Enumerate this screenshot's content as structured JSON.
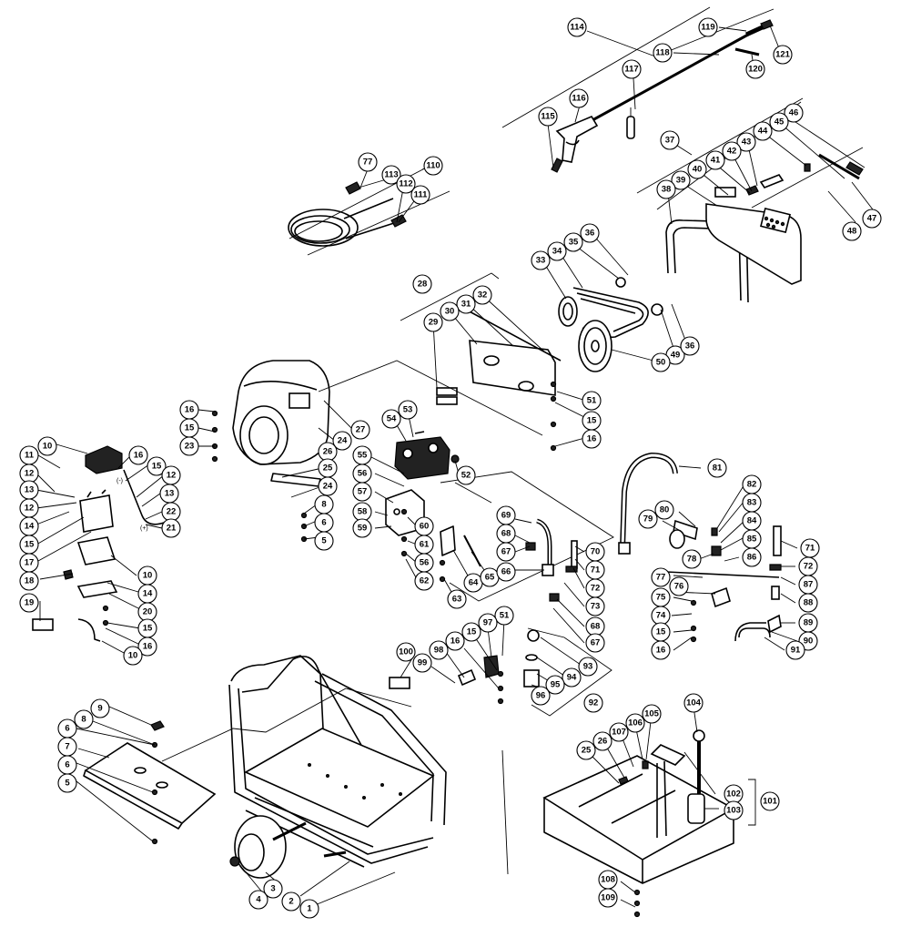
{
  "diagram": {
    "callouts": [
      {
        "label": "114"
      },
      {
        "label": "119"
      },
      {
        "label": "118"
      },
      {
        "label": "121"
      },
      {
        "label": "120"
      },
      {
        "label": "117"
      },
      {
        "label": "116"
      },
      {
        "label": "115"
      },
      {
        "label": "46"
      },
      {
        "label": "45"
      },
      {
        "label": "44"
      },
      {
        "label": "43"
      },
      {
        "label": "42"
      },
      {
        "label": "41"
      },
      {
        "label": "40"
      },
      {
        "label": "37"
      },
      {
        "label": "39"
      },
      {
        "label": "38"
      },
      {
        "label": "48"
      },
      {
        "label": "47"
      },
      {
        "label": "77"
      },
      {
        "label": "113"
      },
      {
        "label": "110"
      },
      {
        "label": "112"
      },
      {
        "label": "111"
      },
      {
        "label": "36"
      },
      {
        "label": "35"
      },
      {
        "label": "33"
      },
      {
        "label": "34"
      },
      {
        "label": "28"
      },
      {
        "label": "31"
      },
      {
        "label": "32"
      },
      {
        "label": "30"
      },
      {
        "label": "29"
      },
      {
        "label": "49"
      },
      {
        "label": "36"
      },
      {
        "label": "50"
      },
      {
        "label": "51"
      },
      {
        "label": "15"
      },
      {
        "label": "16"
      },
      {
        "label": "16"
      },
      {
        "label": "15"
      },
      {
        "label": "23"
      },
      {
        "label": "27"
      },
      {
        "label": "24"
      },
      {
        "label": "53"
      },
      {
        "label": "54"
      },
      {
        "label": "52"
      },
      {
        "label": "26"
      },
      {
        "label": "25"
      },
      {
        "label": "24"
      },
      {
        "label": "8"
      },
      {
        "label": "6"
      },
      {
        "label": "5"
      },
      {
        "label": "10"
      },
      {
        "label": "11"
      },
      {
        "label": "16"
      },
      {
        "label": "15"
      },
      {
        "label": "12"
      },
      {
        "label": "12"
      },
      {
        "label": "13"
      },
      {
        "label": "13"
      },
      {
        "label": "12"
      },
      {
        "label": "22"
      },
      {
        "label": "14"
      },
      {
        "label": "21"
      },
      {
        "label": "15"
      },
      {
        "label": "17"
      },
      {
        "label": "10"
      },
      {
        "label": "18"
      },
      {
        "label": "14"
      },
      {
        "label": "20"
      },
      {
        "label": "19"
      },
      {
        "label": "15"
      },
      {
        "label": "16"
      },
      {
        "label": "10"
      },
      {
        "label": "55"
      },
      {
        "label": "56"
      },
      {
        "label": "57"
      },
      {
        "label": "58"
      },
      {
        "label": "59"
      },
      {
        "label": "60"
      },
      {
        "label": "61"
      },
      {
        "label": "56"
      },
      {
        "label": "62"
      },
      {
        "label": "63"
      },
      {
        "label": "64"
      },
      {
        "label": "65"
      },
      {
        "label": "69"
      },
      {
        "label": "68"
      },
      {
        "label": "67"
      },
      {
        "label": "66"
      },
      {
        "label": "70"
      },
      {
        "label": "71"
      },
      {
        "label": "72"
      },
      {
        "label": "73"
      },
      {
        "label": "68"
      },
      {
        "label": "67"
      },
      {
        "label": "81"
      },
      {
        "label": "82"
      },
      {
        "label": "83"
      },
      {
        "label": "80"
      },
      {
        "label": "79"
      },
      {
        "label": "84"
      },
      {
        "label": "85"
      },
      {
        "label": "78"
      },
      {
        "label": "86"
      },
      {
        "label": "71"
      },
      {
        "label": "77"
      },
      {
        "label": "76"
      },
      {
        "label": "72"
      },
      {
        "label": "87"
      },
      {
        "label": "75"
      },
      {
        "label": "88"
      },
      {
        "label": "74"
      },
      {
        "label": "89"
      },
      {
        "label": "15"
      },
      {
        "label": "90"
      },
      {
        "label": "16"
      },
      {
        "label": "91"
      },
      {
        "label": "51"
      },
      {
        "label": "97"
      },
      {
        "label": "15"
      },
      {
        "label": "16"
      },
      {
        "label": "98"
      },
      {
        "label": "100"
      },
      {
        "label": "99"
      },
      {
        "label": "93"
      },
      {
        "label": "94"
      },
      {
        "label": "95"
      },
      {
        "label": "96"
      },
      {
        "label": "92"
      },
      {
        "label": "9"
      },
      {
        "label": "8"
      },
      {
        "label": "6"
      },
      {
        "label": "7"
      },
      {
        "label": "6"
      },
      {
        "label": "5"
      },
      {
        "label": "104"
      },
      {
        "label": "105"
      },
      {
        "label": "106"
      },
      {
        "label": "107"
      },
      {
        "label": "26"
      },
      {
        "label": "25"
      },
      {
        "label": "102"
      },
      {
        "label": "101"
      },
      {
        "label": "103"
      },
      {
        "label": "108"
      },
      {
        "label": "109"
      },
      {
        "label": "4"
      },
      {
        "label": "3"
      },
      {
        "label": "2"
      },
      {
        "label": "1"
      }
    ],
    "polarity_marks": [
      {
        "label": "(-)"
      },
      {
        "label": "(+)"
      }
    ]
  }
}
